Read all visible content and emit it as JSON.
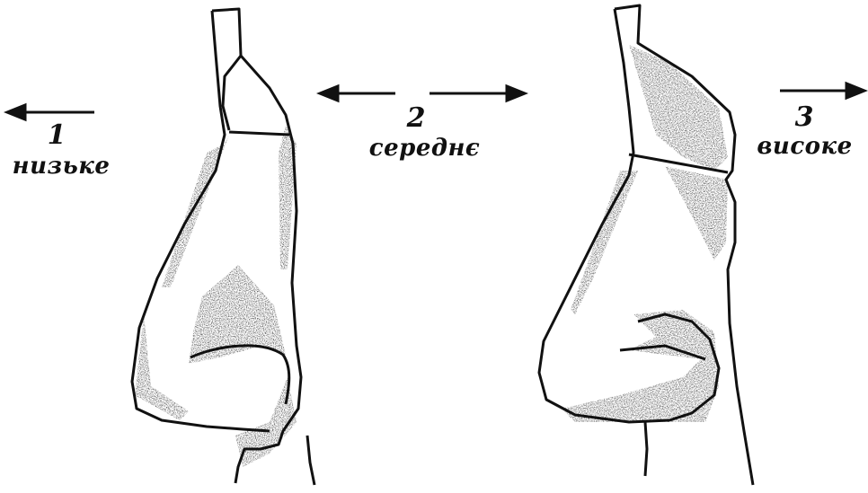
{
  "labels": [
    {
      "number": "1",
      "word": "низьке"
    },
    {
      "number": "2",
      "word": "середнє"
    },
    {
      "number": "3",
      "word": "високе"
    }
  ],
  "ink_color": "#111111",
  "shade_color": "#222222"
}
